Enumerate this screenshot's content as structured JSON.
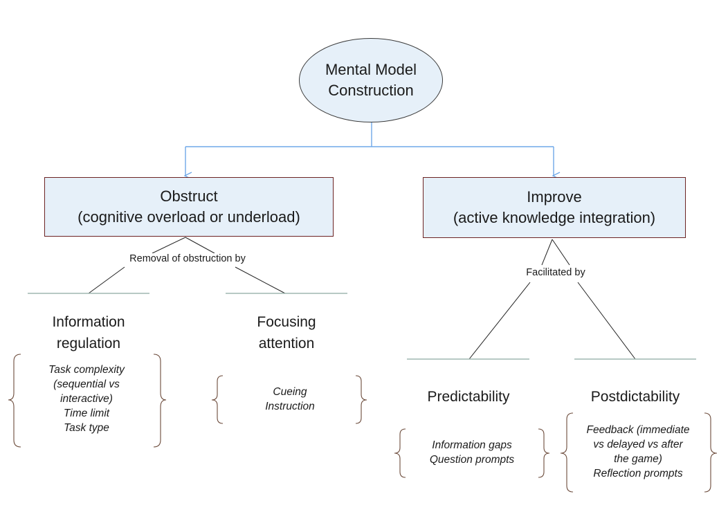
{
  "root": {
    "line1": "Mental Model",
    "line2": "Construction"
  },
  "obstruct": {
    "title": "Obstruct",
    "subtitle": "(cognitive overload or underload)",
    "connector_label": "Removal of obstruction by",
    "children": [
      {
        "title_line1": "Information",
        "title_line2": "regulation",
        "details": [
          "Task complexity",
          "(sequential vs",
          "interactive)",
          "Time limit",
          "Task type"
        ]
      },
      {
        "title_line1": "Focusing",
        "title_line2": "attention",
        "details": [
          "Cueing",
          "Instruction"
        ]
      }
    ]
  },
  "improve": {
    "title": "Improve",
    "subtitle": "(active knowledge integration)",
    "connector_label": "Facilitated by",
    "children": [
      {
        "title": "Predictability",
        "details": [
          "Information gaps",
          "Question prompts"
        ]
      },
      {
        "title": "Postdictability",
        "details": [
          "Feedback (immediate",
          "vs delayed vs after",
          "the game)",
          "Reflection prompts"
        ]
      }
    ]
  },
  "colors": {
    "node_fill": "#e6f0f9",
    "arrow": "#6fa8e8",
    "box_border": "#6b2222",
    "brace": "#6b4a3a",
    "shelf_line": "#9fb7b0"
  }
}
